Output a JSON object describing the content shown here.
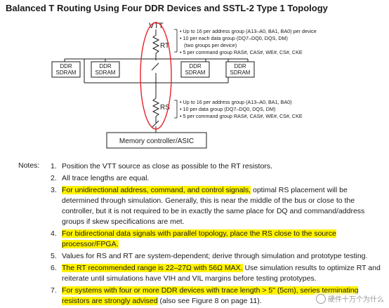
{
  "title": "Balanced T Routing Using Four DDR Devices and SSTL-2 Type 1 Topology",
  "diagram": {
    "vtt_label": "VTT",
    "rt_label": "RT",
    "rs_label": "RS",
    "sdram_boxes": [
      {
        "line1": "DDR",
        "line2": "SDRAM"
      },
      {
        "line1": "DDR",
        "line2": "SDRAM"
      },
      {
        "line1": "DDR",
        "line2": "SDRAM"
      },
      {
        "line1": "DDR",
        "line2": "SDRAM"
      }
    ],
    "controller_label": "Memory controller/ASIC",
    "top_bullets": [
      "Up to 16 per address group (A13–A0, BA1, BA0) per device",
      "10 per each data group (DQ7–DQ0, DQS, DM)",
      "(two groups per device)",
      "5 per command group RAS#, CAS#, WE#, CS#, CKE"
    ],
    "bottom_bullets": [
      "Up to 16 per address group (A13–A0, BA1, BA0)",
      "10 per data group (DQ7–DQ0, DQS, DM)",
      "5 per command group RAS#, CAS#, WE#, CS#, CKE"
    ],
    "highlight_color": "#e8202a"
  },
  "notes_label": "Notes:",
  "notes": [
    {
      "num": "1.",
      "pre": "Position the VTT source as close as possible to the RT resistors.",
      "hl": "",
      "post": ""
    },
    {
      "num": "2.",
      "pre": "All trace lengths are equal.",
      "hl": "",
      "post": ""
    },
    {
      "num": "3.",
      "pre": "",
      "hl": "For unidirectional address, command, and control signals,",
      "post": " optimal RS placement will be determined through simulation. Generally, this is near the middle of the bus or close to the controller, but it is not required to be in exactly the same place for DQ and command/address groups if skew specifications are met."
    },
    {
      "num": "4.",
      "pre": "",
      "hl": "For bidirectional data signals with parallel topology, place the RS close to the source processor/FPGA.",
      "post": ""
    },
    {
      "num": "5.",
      "pre": "Values for RS and RT are system-dependent; derive through simulation and prototype testing.",
      "hl": "",
      "post": ""
    },
    {
      "num": "6.",
      "pre": "",
      "hl": "The RT recommended range is 22–27Ω with 56Ω MAX.",
      "post": " Use simulation results to optimize RT and reiterate until simulations have VIH and VIL margins before testing prototypes."
    },
    {
      "num": "7.",
      "pre": "",
      "hl": "For systems with four or more DDR devices with trace length > 5\" (5cm), series terminating resistors are strongly advised",
      "post": " (also see Figure 8 on page 11)."
    }
  ],
  "watermark": "硬件十万个为什么"
}
